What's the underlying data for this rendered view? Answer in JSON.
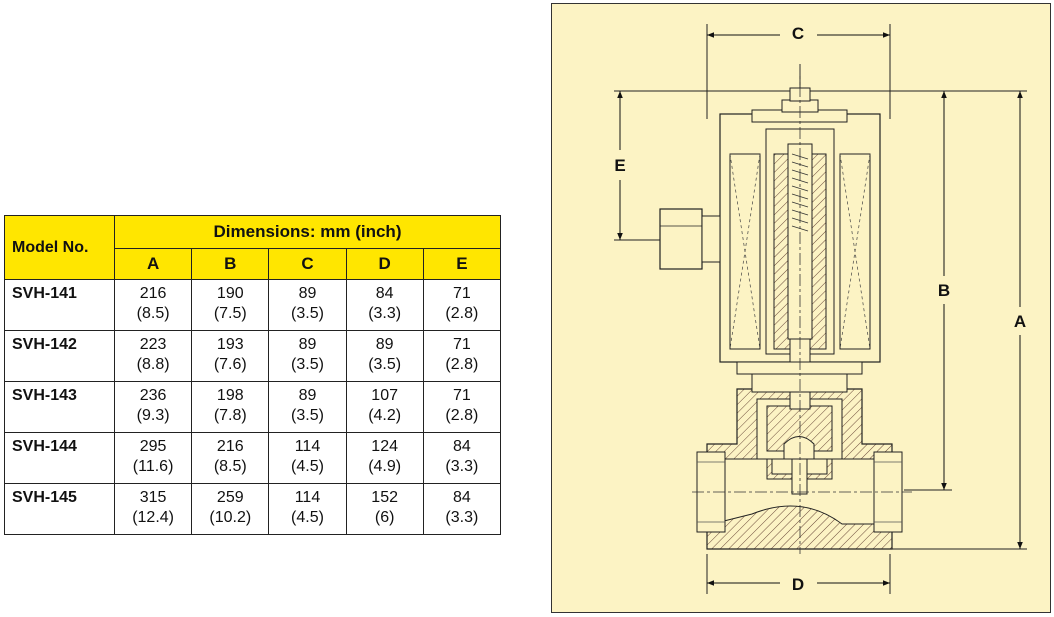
{
  "table": {
    "model_header": "Model No.",
    "group_header": "Dimensions: mm (inch)",
    "columns": [
      "A",
      "B",
      "C",
      "D",
      "E"
    ],
    "rows": [
      {
        "model": "SVH-141",
        "cells": [
          [
            "216",
            "(8.5)"
          ],
          [
            "190",
            "(7.5)"
          ],
          [
            "89",
            "(3.5)"
          ],
          [
            "84",
            "(3.3)"
          ],
          [
            "71",
            "(2.8)"
          ]
        ]
      },
      {
        "model": "SVH-142",
        "cells": [
          [
            "223",
            "(8.8)"
          ],
          [
            "193",
            "(7.6)"
          ],
          [
            "89",
            "(3.5)"
          ],
          [
            "89",
            "(3.5)"
          ],
          [
            "71",
            "(2.8)"
          ]
        ]
      },
      {
        "model": "SVH-143",
        "cells": [
          [
            "236",
            "(9.3)"
          ],
          [
            "198",
            "(7.8)"
          ],
          [
            "89",
            "(3.5)"
          ],
          [
            "107",
            "(4.2)"
          ],
          [
            "71",
            "(2.8)"
          ]
        ]
      },
      {
        "model": "SVH-144",
        "cells": [
          [
            "295",
            "(11.6)"
          ],
          [
            "216",
            "(8.5)"
          ],
          [
            "114",
            "(4.5)"
          ],
          [
            "124",
            "(4.9)"
          ],
          [
            "84",
            "(3.3)"
          ]
        ]
      },
      {
        "model": "SVH-145",
        "cells": [
          [
            "315",
            "(12.4)"
          ],
          [
            "259",
            "(10.2)"
          ],
          [
            "114",
            "(4.5)"
          ],
          [
            "152",
            "(6)"
          ],
          [
            "84",
            "(3.3)"
          ]
        ]
      }
    ]
  },
  "drawing": {
    "labels": {
      "a": "A",
      "b": "B",
      "c": "C",
      "d": "D",
      "e": "E"
    }
  },
  "colors": {
    "header_yellow": "#ffe600",
    "panel_bg": "#fcf3c4",
    "line": "#222222"
  }
}
